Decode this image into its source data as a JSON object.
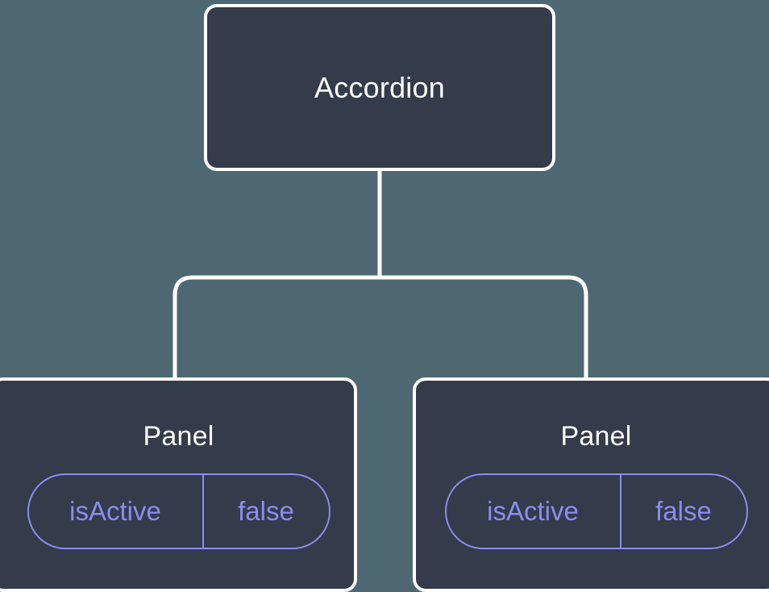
{
  "diagram": {
    "type": "component-tree",
    "background_color": "#4d6872",
    "node_fill_color": "#343b4a",
    "node_border_color": "#ffffff",
    "edge_color": "#ffffff",
    "accent_color": "#8b8df0",
    "title_color": "#ffffff"
  },
  "root": {
    "label": "Accordion"
  },
  "panels": [
    {
      "label": "Panel",
      "state": {
        "key": "isActive",
        "value": "false"
      }
    },
    {
      "label": "Panel",
      "state": {
        "key": "isActive",
        "value": "false"
      }
    }
  ],
  "edges": [
    {
      "from": "Accordion",
      "to": "Panel"
    },
    {
      "from": "Accordion",
      "to": "Panel"
    }
  ]
}
